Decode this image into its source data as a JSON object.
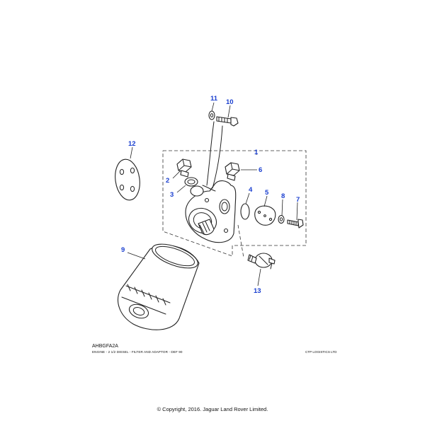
{
  "diagram": {
    "reference_code": "AHBGFA2A",
    "caption": "ENGINE - 2 1/2 DIESEL - FILTER AND ADAPTOR - DEF 90",
    "vendor": "CTP LOGISTICS LTD",
    "copyright": "© Copyright, 2016. Jaguar Land Rover Limited.",
    "colors": {
      "callout": "#1a3fd0",
      "line": "#222222",
      "background": "#ffffff"
    },
    "callouts": [
      "1",
      "2",
      "3",
      "4",
      "5",
      "6",
      "7",
      "8",
      "9",
      "10",
      "11",
      "12",
      "13"
    ]
  }
}
